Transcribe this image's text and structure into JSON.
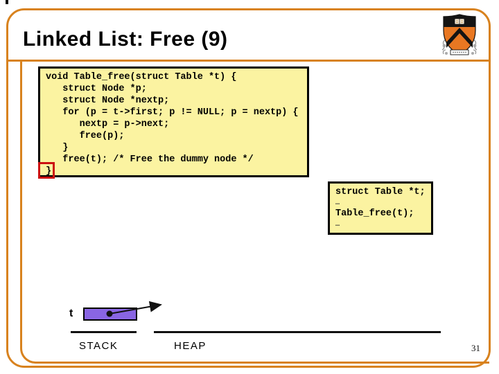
{
  "slide": {
    "title": "Linked List: Free (9)",
    "page_number": "31"
  },
  "code_box": {
    "code": "void Table_free(struct Table *t) {\n   struct Node *p;\n   struct Node *nextp;\n   for (p = t->first; p != NULL; p = nextp) {\n      nextp = p->next;\n      free(p);\n   }\n   free(t); /* Free the dummy node */\n}"
  },
  "call_box": {
    "lines": [
      "struct Table *t;",
      "…",
      "Table_free(t);",
      "…"
    ]
  },
  "diagram": {
    "pointer_label": "t",
    "stack_label": "STACK",
    "heap_label": "HEAP"
  },
  "logo": "princeton-shield",
  "colors": {
    "accent_orange": "#D8821E",
    "box_yellow": "#FBF3A1",
    "pointer_purple": "#8965E3",
    "highlight_red": "#CC1111",
    "ink_black": "#000000"
  }
}
